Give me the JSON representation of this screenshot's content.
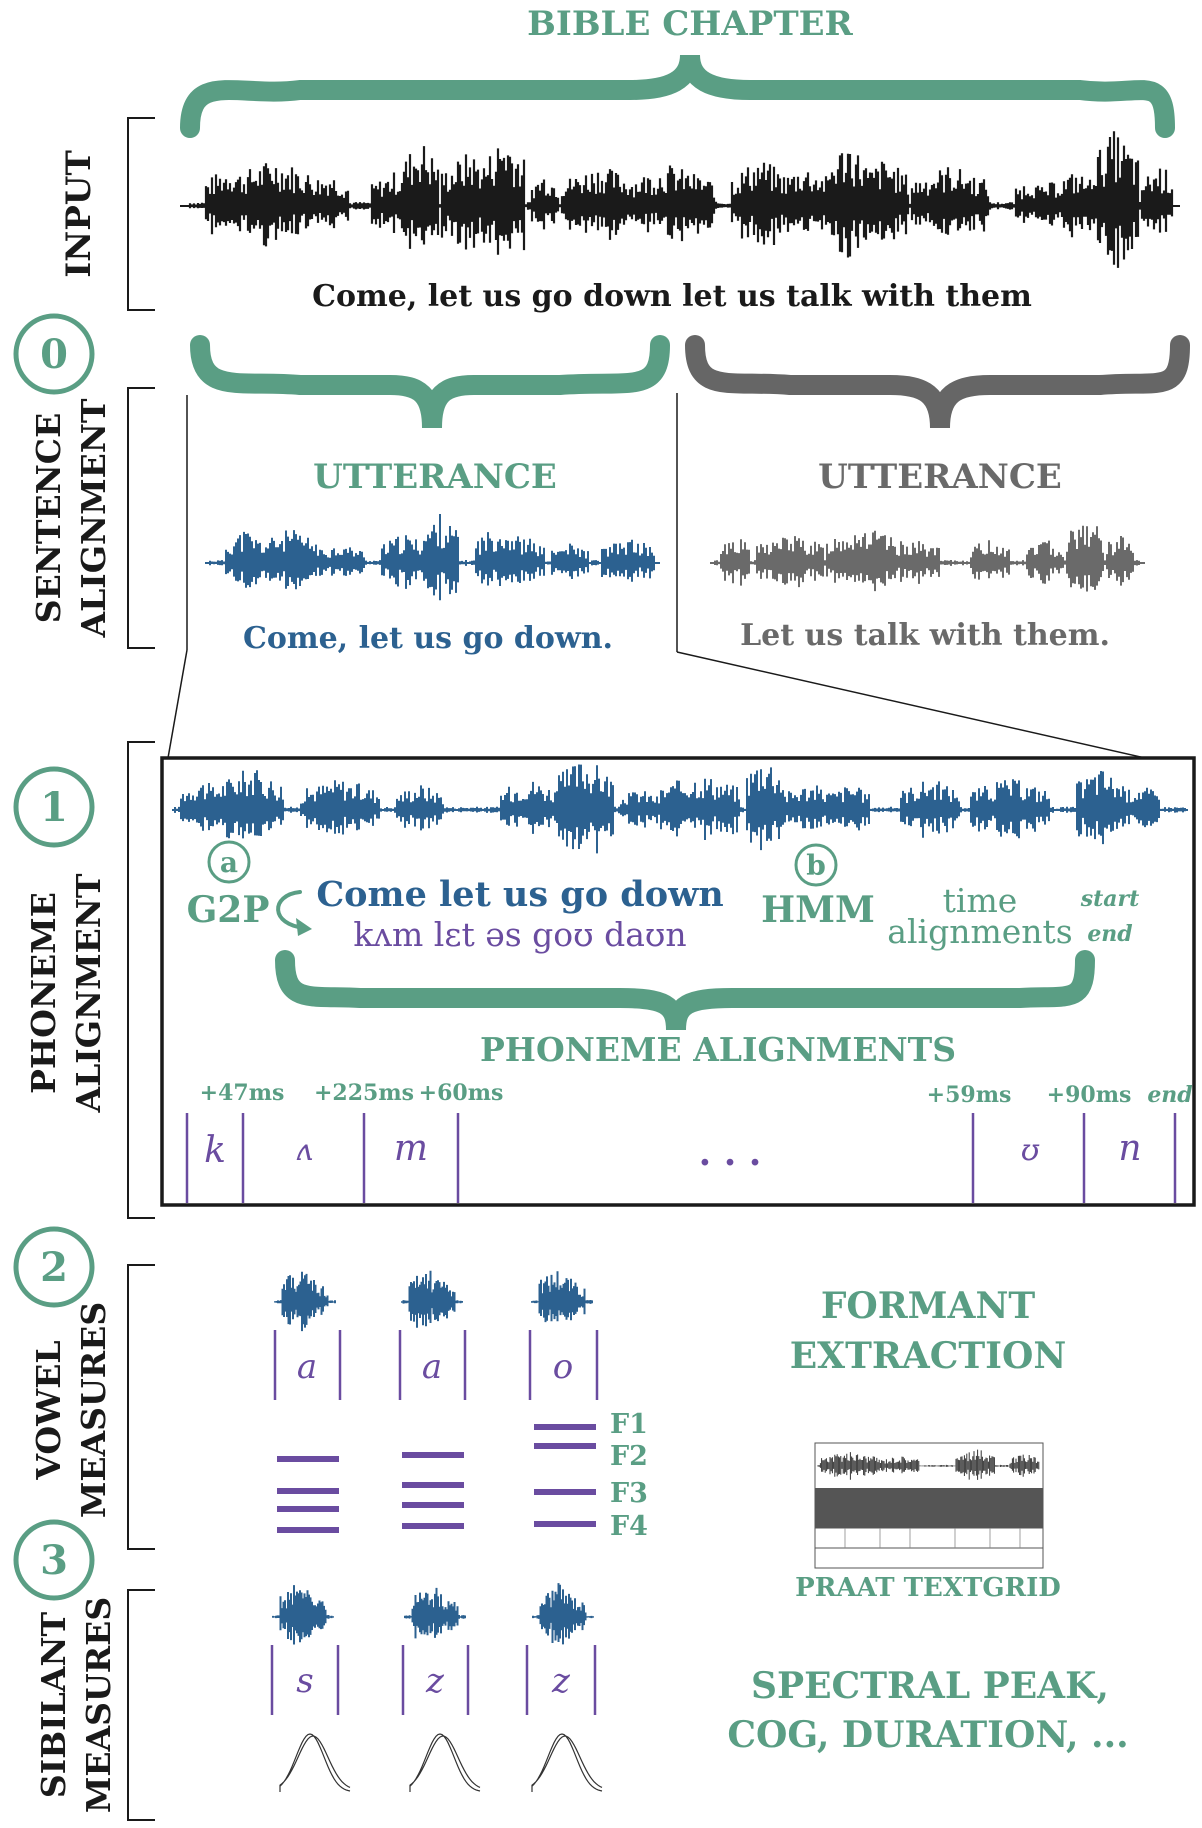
{
  "colors": {
    "teal": "#5a9e84",
    "blue": "#2c6190",
    "purple": "#6a4ca0",
    "gray": "#6a6a6a",
    "black": "#1a1a1a"
  },
  "top": {
    "title": "BIBLE CHAPTER",
    "transcript": "Come, let us go down let us talk with them"
  },
  "sections": {
    "input": "INPUT",
    "sentence_alignment": [
      "SENTENCE",
      "ALIGNMENT"
    ],
    "phoneme_alignment": [
      "PHONEME",
      "ALIGNMENT"
    ],
    "vowel_measures": [
      "VOWEL",
      "MEASURES"
    ],
    "sibilant_measures": [
      "SIBILANT",
      "MEASURES"
    ]
  },
  "steps": [
    "0",
    "1",
    "2",
    "3"
  ],
  "utterances": [
    {
      "label": "UTTERANCE",
      "text": "Come, let us go down."
    },
    {
      "label": "UTTERANCE",
      "text": "Let us talk with them."
    }
  ],
  "phoneme": {
    "step_a": "a",
    "step_b": "b",
    "g2p": "G2P",
    "sentence": "Come let us go down",
    "ipa": "kʌm lɛt əs goʊ daʊn",
    "hmm": "HMM",
    "time_line1": "time",
    "time_line2": "alignments",
    "start": "start",
    "end": "end",
    "alignments_label": "PHONEME ALIGNMENTS",
    "durations": [
      "+47ms",
      "+225ms",
      "+60ms",
      "+59ms",
      "+90ms",
      "end"
    ],
    "segments": [
      "k",
      "ʌ",
      "m",
      ". . .",
      "ʊ",
      "n"
    ]
  },
  "vowels": {
    "segments": [
      "a",
      "a",
      "o"
    ],
    "formants": [
      "F1",
      "F2",
      "F3",
      "F4"
    ],
    "heading_line1": "FORMANT",
    "heading_line2": "EXTRACTION",
    "praat_label": "PRAAT TEXTGRID"
  },
  "sibilants": {
    "segments": [
      "s",
      "z",
      "z"
    ],
    "heading_line1": "SPECTRAL PEAK,",
    "heading_line2": "COG, DURATION, ..."
  },
  "icons": {
    "g2p_arrow": "curved-arrow-icon"
  }
}
